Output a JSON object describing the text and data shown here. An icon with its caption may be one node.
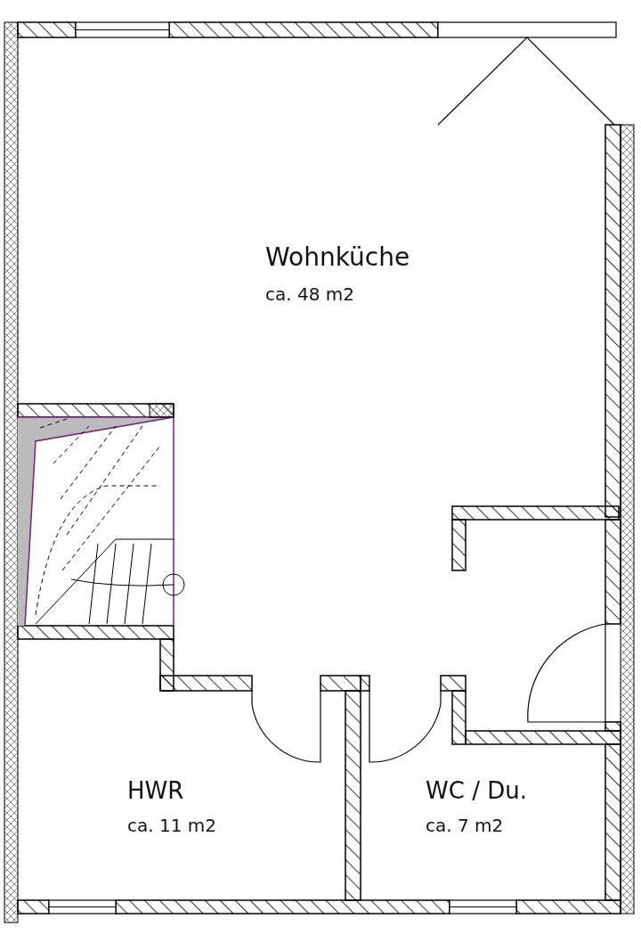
{
  "diagram": {
    "labels": [
      "Wohnküche",
      "ca. 48 m2",
      "HWR",
      "ca. 11 m2",
      "WC / Du.",
      "ca. 7 m2"
    ]
  }
}
